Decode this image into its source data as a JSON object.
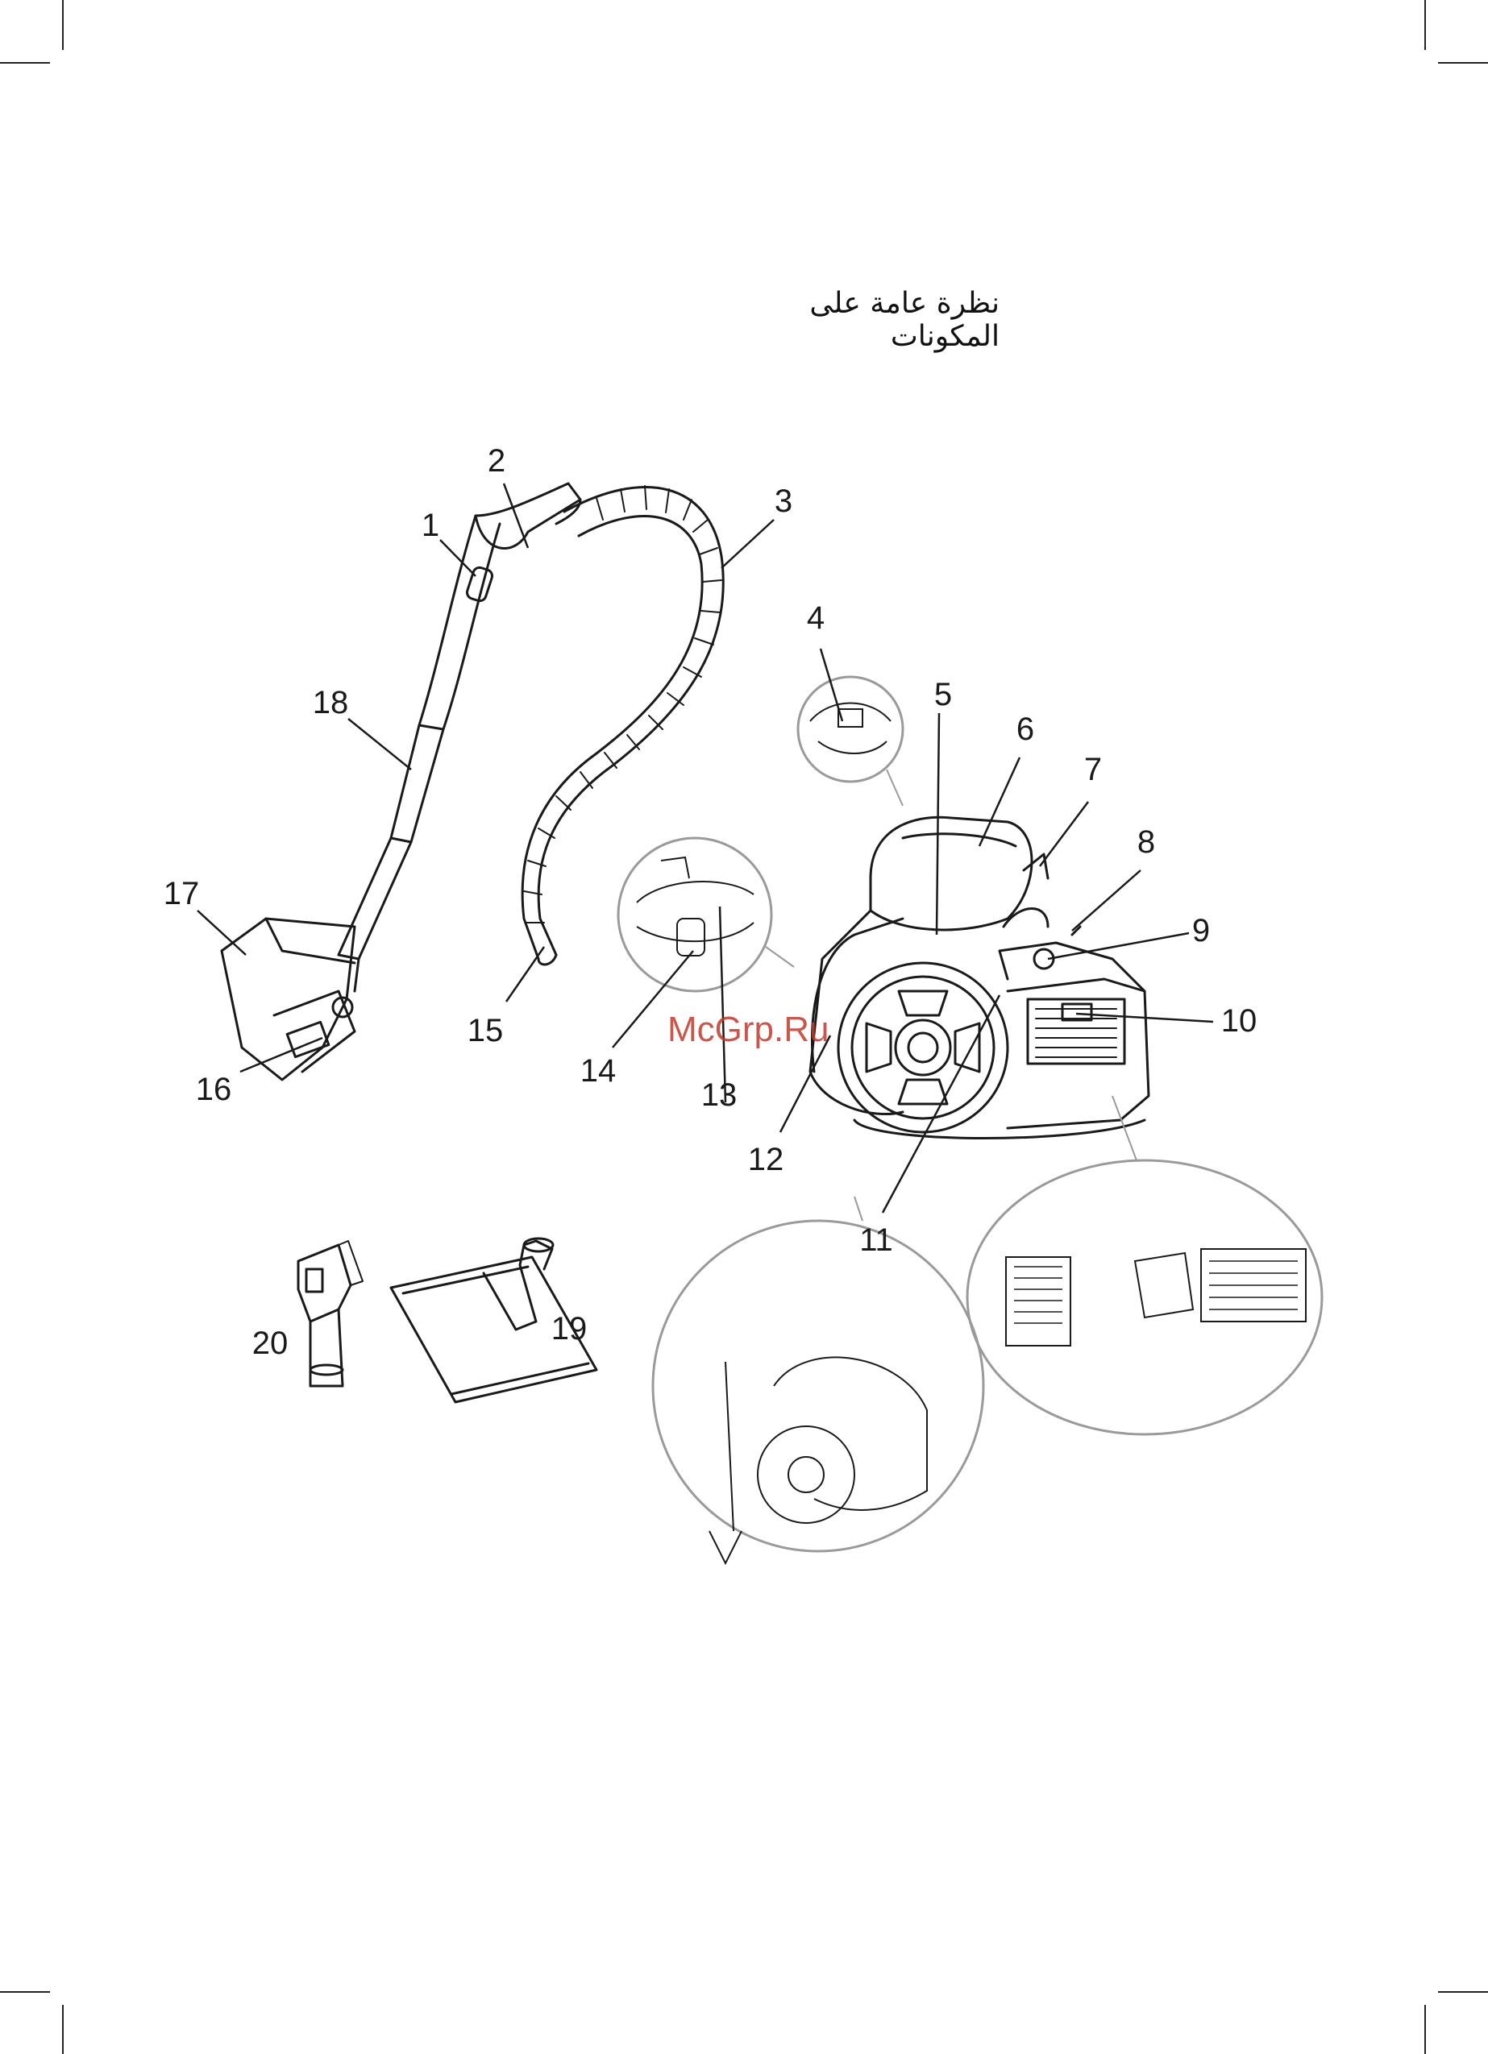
{
  "heading": "نظرة عامة على المكونات",
  "watermark": "McGrp.Ru",
  "callouts": [
    {
      "number": "1"
    },
    {
      "number": "2"
    },
    {
      "number": "3"
    },
    {
      "number": "4"
    },
    {
      "number": "5"
    },
    {
      "number": "6"
    },
    {
      "number": "7"
    },
    {
      "number": "8"
    },
    {
      "number": "9"
    },
    {
      "number": "10"
    },
    {
      "number": "11"
    },
    {
      "number": "12"
    },
    {
      "number": "13"
    },
    {
      "number": "14"
    },
    {
      "number": "15"
    },
    {
      "number": "16"
    },
    {
      "number": "17"
    },
    {
      "number": "18"
    },
    {
      "number": "19"
    },
    {
      "number": "20"
    }
  ],
  "colors": {
    "ink": "#1a1a1a",
    "watermark": "#c0392b",
    "zoom_circle": "#9a9a9a"
  }
}
